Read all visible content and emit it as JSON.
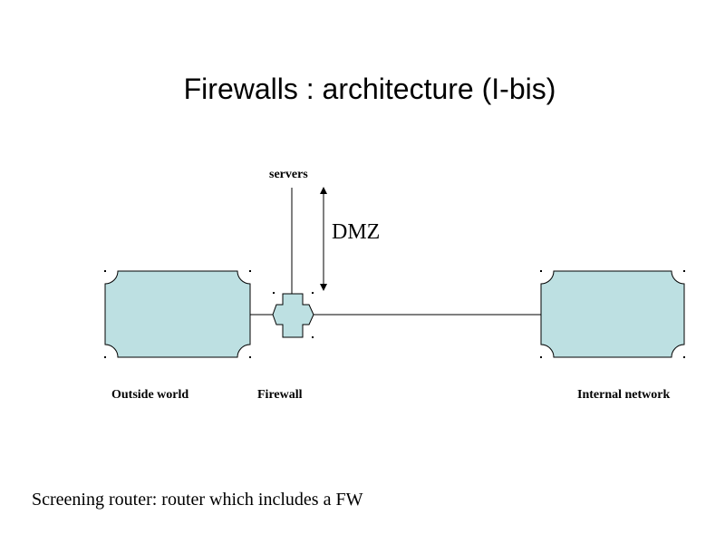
{
  "slide": {
    "title": "Firewalls : architecture (I-bis)",
    "caption": "Screening router: router which includes a FW"
  },
  "diagram": {
    "labels": {
      "servers": "servers",
      "dmz": "DMZ",
      "outside_world": "Outside world",
      "firewall": "Firewall",
      "internal_network": "Internal network"
    },
    "colors": {
      "network_fill": "#bde0e2",
      "line": "#000000"
    }
  }
}
